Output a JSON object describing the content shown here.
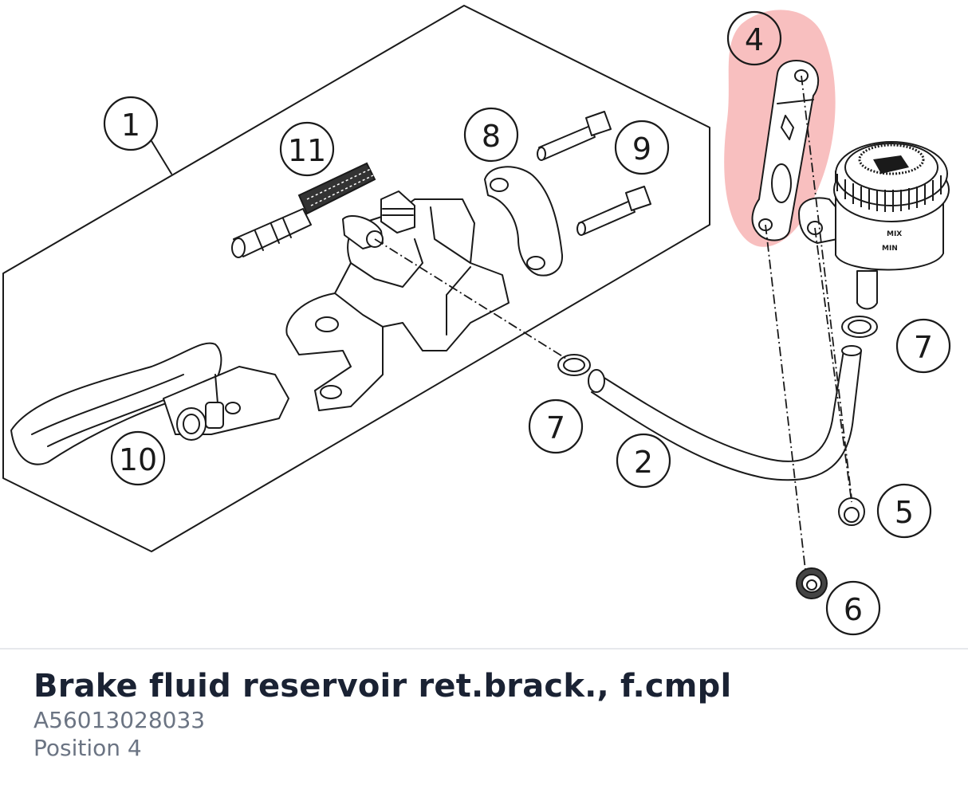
{
  "part": {
    "title": "Brake fluid reservoir ret.brack., f.cmpl",
    "number": "A56013028033",
    "position": "Position 4"
  },
  "diagram": {
    "highlight_color": "#f28b8b",
    "reservoir_labels": {
      "mix": "MIX",
      "min": "MIN"
    },
    "callouts": [
      "1",
      "11",
      "8",
      "9",
      "4",
      "7",
      "7",
      "10",
      "2",
      "5",
      "6"
    ]
  }
}
